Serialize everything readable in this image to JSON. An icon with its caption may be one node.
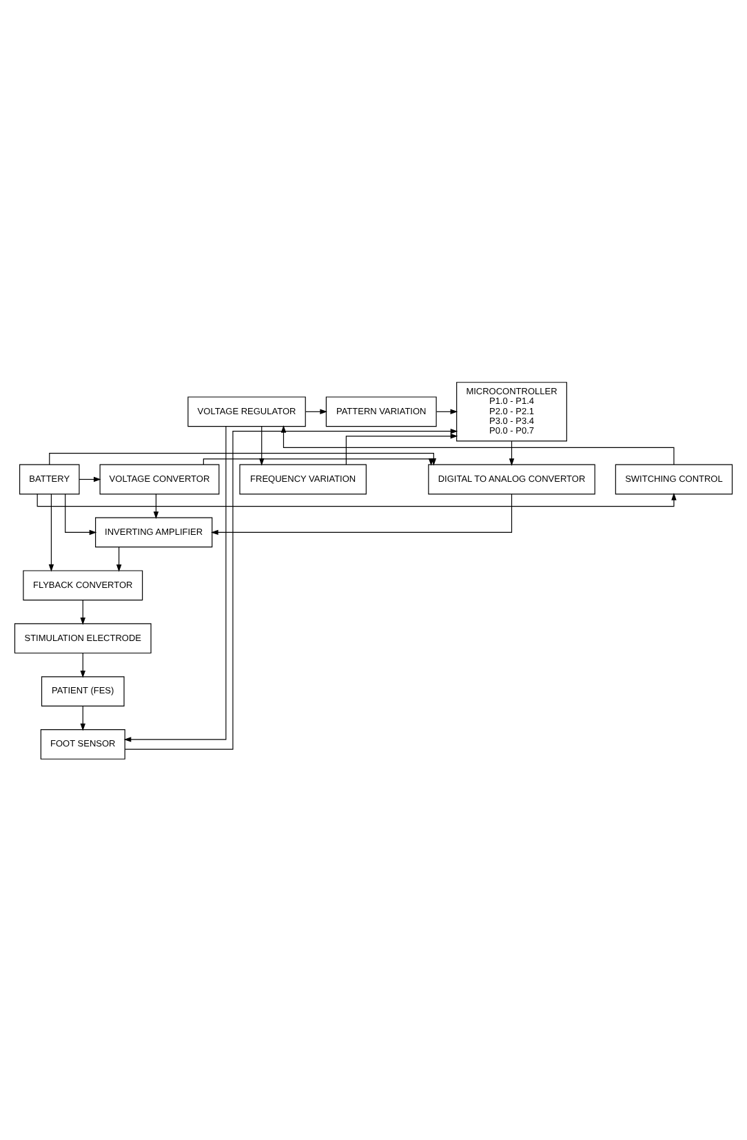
{
  "diagram": {
    "nodes": [
      {
        "text": [
          "PATTERN VARIATION"
        ]
      },
      {
        "text": [
          "MICROCONTROLLER",
          "P1.0 - P1.4",
          "P2.0 - P2.1",
          "P3.0 - P3.4",
          "P0.0 - P0.7"
        ]
      },
      {
        "text": [
          "VOLTAGE REGULATOR"
        ]
      },
      {
        "text": [
          "FREQUENCY VARIATION"
        ]
      },
      {
        "text": [
          "SWITCHING CONTROL"
        ]
      },
      {
        "text": [
          "DIGITAL TO ANALOG CONVERTOR"
        ]
      },
      {
        "text": [
          "VOLTAGE CONVERTOR"
        ]
      },
      {
        "text": [
          "BATTERY"
        ]
      },
      {
        "text": [
          "INVERTING AMPLIFIER"
        ]
      },
      {
        "text": [
          "FLYBACK CONVERTOR"
        ]
      },
      {
        "text": [
          "STIMULATION ELECTRODE"
        ]
      },
      {
        "text": [
          "PATIENT (FES)"
        ]
      },
      {
        "text": [
          "FOOT SENSOR"
        ]
      }
    ],
    "edges": [
      {
        "from": 2,
        "to": 0,
        "arrow": "to"
      },
      {
        "from": 2,
        "to": 3,
        "arrow": "to"
      },
      {
        "from": 2,
        "to": 12,
        "arrow": "to"
      },
      {
        "from": 0,
        "to": 1,
        "arrow": "to"
      },
      {
        "from": 3,
        "to": 1,
        "arrow": "to"
      },
      {
        "from": 12,
        "to": 1,
        "arrow": "to"
      },
      {
        "from": 4,
        "to": 2,
        "arrow": "to"
      },
      {
        "from": 7,
        "to": 4,
        "arrow": "to"
      },
      {
        "from": 1,
        "to": 5,
        "arrow": "to"
      },
      {
        "from": 6,
        "to": 5,
        "arrow": "to"
      },
      {
        "from": 6,
        "to": 8,
        "arrow": "to"
      },
      {
        "from": 7,
        "to": 5,
        "arrow": "to"
      },
      {
        "from": 7,
        "to": 8,
        "arrow": "to"
      },
      {
        "from": 7,
        "to": 9,
        "arrow": "to"
      },
      {
        "from": 7,
        "to": 6,
        "arrow": "to"
      },
      {
        "from": 5,
        "to": 8,
        "arrow": "to"
      },
      {
        "from": 8,
        "to": 9,
        "arrow": "to"
      },
      {
        "from": 9,
        "to": 10,
        "arrow": "to"
      },
      {
        "from": 10,
        "to": 11,
        "arrow": "to"
      },
      {
        "from": 11,
        "to": 12,
        "arrow": "to"
      }
    ]
  }
}
